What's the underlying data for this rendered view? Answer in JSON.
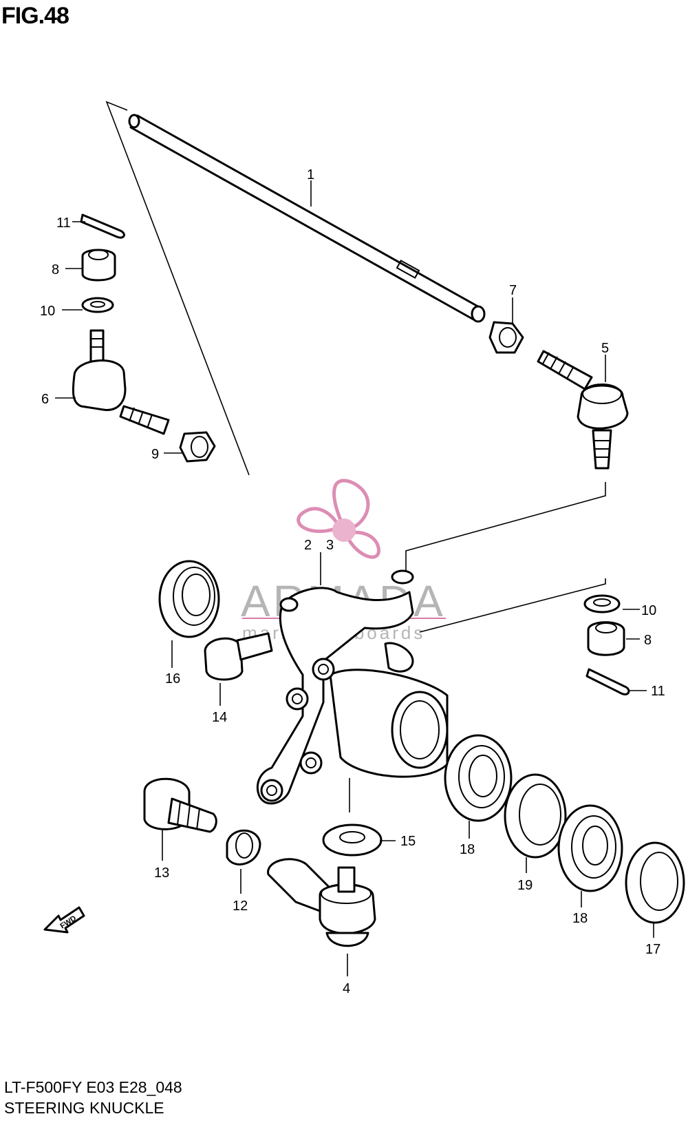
{
  "figure": {
    "title": "FIG.48",
    "code": "LT-F500FY E03 E28_048",
    "name": "STEERING KNUCKLE"
  },
  "callouts": [
    "1",
    "7",
    "5",
    "11",
    "8",
    "10",
    "6",
    "9",
    "2",
    "3",
    "10",
    "8",
    "11",
    "16",
    "14",
    "13",
    "12",
    "15",
    "18",
    "19",
    "18",
    "17",
    "4"
  ],
  "watermark": {
    "title": "ARMADA",
    "subtitle": "marine outboards",
    "color": "#d87aa8"
  },
  "fwd_label": "FWD"
}
